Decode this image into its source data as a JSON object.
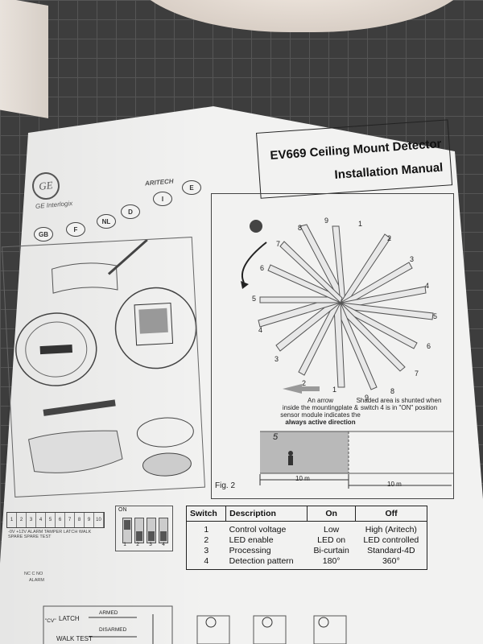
{
  "title": {
    "line1": "EV669 Ceiling Mount Detector",
    "line2": "Installation Manual"
  },
  "brand": {
    "logo": "GE",
    "company": "GE Interlogix",
    "sub_brand": "ARITECH"
  },
  "languages": [
    "GB",
    "F",
    "NL",
    "D",
    "I",
    "E"
  ],
  "figure2": {
    "label": "Fig. 2",
    "note_left_line1": "An arrow",
    "note_left_line2": "inside the mountingplate &",
    "note_left_line3": "sensor module indicates the",
    "note_left_line4": "always active direction",
    "note_right_line1": "Shaded area is shunted when",
    "note_right_line2": "switch 4 is in \"ON\" position",
    "distance_a": "10 m",
    "distance_b": "10 m",
    "zone_number": "5",
    "zone_numbers": [
      "9",
      "1",
      "8",
      "2",
      "7",
      "3",
      "6",
      "4",
      "5",
      "5",
      "4",
      "6",
      "3",
      "7",
      "2",
      "8",
      "1",
      "9"
    ]
  },
  "dip_switch": {
    "on_label": "ON",
    "numbers": [
      "1",
      "2",
      "3",
      "4"
    ]
  },
  "terminals": {
    "numbers": [
      "1",
      "2",
      "3",
      "4",
      "5",
      "6",
      "7",
      "8",
      "9",
      "10"
    ],
    "labels": "-0V +12V  ALARM  TAMPER  LATCH WALK",
    "labels2": "SPARE  SPARE  TEST",
    "nc_label": "NC C NO",
    "alarm_label": "ALARM"
  },
  "switch_table": {
    "headers": [
      "Switch",
      "Description",
      "On",
      "Off"
    ],
    "rows": [
      {
        "switch": "1",
        "description": "Control voltage",
        "on": "Low",
        "off": "High (Aritech)"
      },
      {
        "switch": "2",
        "description": "LED enable",
        "on": "LED on",
        "off": "LED controlled"
      },
      {
        "switch": "3",
        "description": "Processing",
        "on": "Bi-curtain",
        "off": "Standard-4D"
      },
      {
        "switch": "4",
        "description": "Detection pattern",
        "on": "180°",
        "off": "360°"
      }
    ]
  },
  "wiring": {
    "latch": "LATCH",
    "walk_test": "WALK TEST",
    "armed": "ARMED",
    "disarmed": "DISARMED",
    "cv": "\"CV\""
  }
}
